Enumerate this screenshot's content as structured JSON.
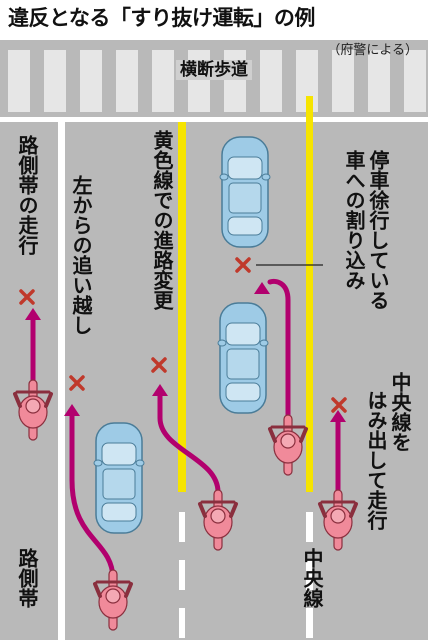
{
  "title": "違反となる「すり抜け運転」の例",
  "source": "（府警による）",
  "crosswalk_label": "横断歩道",
  "labels": {
    "shoulder_driving": "路側帯の走行",
    "left_overtaking": "左からの追い越し",
    "yellow_lane_change": "黄色線での進路変更",
    "cut_in": [
      "停車徐行している",
      "車への割り込み"
    ],
    "center_line_overrun": [
      "中央線を",
      "はみ出して走行"
    ],
    "shoulder": "路側帯",
    "center_line": "中央線"
  },
  "colors": {
    "road": "#b9b9b9",
    "crosswalk_stripe": "#e6e6e6",
    "yellow_line": "#f6e400",
    "arrow": "#b2006e",
    "car_body": "#9ecbe6",
    "car_glass": "#cfe6f3",
    "bike_body": "#f08a9a",
    "cross_mark": "#c0392b"
  }
}
